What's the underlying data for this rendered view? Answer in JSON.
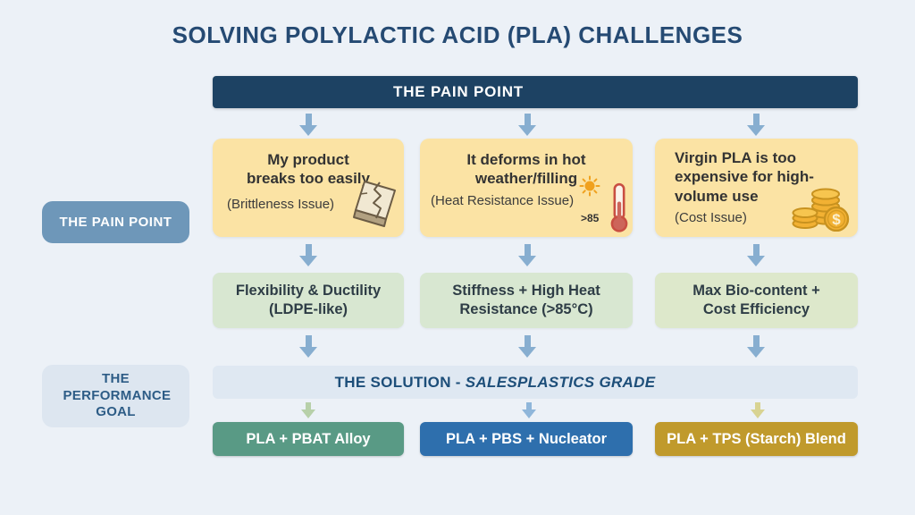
{
  "title": "SOLVING POLYLACTIC ACID (PLA) CHALLENGES",
  "header": {
    "label": "THE PAIN POINT"
  },
  "side_labels": {
    "pain_point": "THE PAIN POINT",
    "performance_goal": "THE PERFORMANCE GOAL"
  },
  "pain_points": [
    {
      "lines": [
        "My product",
        "breaks too easily"
      ],
      "sub": "(Brittleness Issue)",
      "icon": "cracked-tile-icon"
    },
    {
      "lines": [
        "It deforms in hot",
        "weather/filling"
      ],
      "sub": "(Heat Resistance Issue)",
      "icon": "sun-thermometer-icon",
      "icon_label": ">85"
    },
    {
      "lines": [
        "Virgin PLA is too",
        "expensive for high-",
        "volume use"
      ],
      "sub": "(Cost Issue)",
      "icon": "coins-icon"
    }
  ],
  "performance_goals": [
    {
      "lines": [
        "Flexibility & Ductility",
        "(LDPE-like)"
      ]
    },
    {
      "lines": [
        "Stiffness + High Heat",
        "Resistance (>85°C)"
      ]
    },
    {
      "lines": [
        "Max Bio-content +",
        "Cost Efficiency"
      ]
    }
  ],
  "solution_bar": {
    "prefix": "THE SOLUTION - ",
    "brand": "SALESPLASTICS GRADE"
  },
  "solutions": [
    {
      "label": "PLA + PBAT Alloy",
      "color": "#599a85"
    },
    {
      "label": "PLA + PBS + Nucleator",
      "color": "#2e6fad"
    },
    {
      "label": "PLA + TPS (Starch) Blend",
      "color": "#c09a2c"
    }
  ],
  "colors": {
    "background": "#ecf1f7",
    "title_text": "#254a73",
    "header_bar": "#1d4263",
    "arrow_blue": "#87aed0",
    "pain_box": "#fbe3a4",
    "side_label_blue": "#6e97b9",
    "side_label_light": "#dde6f0",
    "goal_box": "#d8e7d1",
    "goal_box_alt": "#dde8cb",
    "solution_bar": "#dfe8f2",
    "arrow_green": "#b7d0a9",
    "arrow_light_blue": "#8fb6da",
    "arrow_olive": "#d8d392"
  }
}
